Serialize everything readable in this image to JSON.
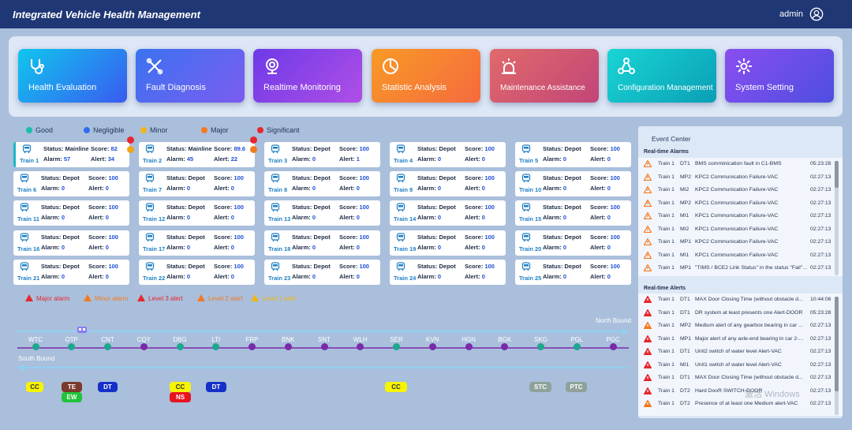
{
  "app": {
    "title": "Integrated Vehicle Health Management",
    "user": "admin"
  },
  "modules": [
    {
      "label": "Health Evaluation",
      "icon": "stethoscope-icon",
      "c1": "#0fc6ee",
      "c2": "#3a5bf1"
    },
    {
      "label": "Fault Diagnosis",
      "icon": "tools-icon",
      "c1": "#3a73f0",
      "c2": "#7c5cf0"
    },
    {
      "label": "Realtime Monitoring",
      "icon": "webcam-icon",
      "c1": "#6d3ae8",
      "c2": "#b04fe6"
    },
    {
      "label": "Statistic Analysis",
      "icon": "pie-chart-icon",
      "c1": "#f89a26",
      "c2": "#f56a3e"
    },
    {
      "label": "Maintenance Assistance",
      "icon": "beacon-icon",
      "c1": "#e06a6a",
      "c2": "#c24578"
    },
    {
      "label": "Configuration Management",
      "icon": "network-icon",
      "c1": "#19d5d5",
      "c2": "#0a9fb5"
    },
    {
      "label": "System Setting",
      "icon": "gear-icon",
      "c1": "#8a4ef0",
      "c2": "#4e4ee0"
    }
  ],
  "legend": [
    {
      "label": "Good",
      "color": "#18c1a8"
    },
    {
      "label": "Negligible",
      "color": "#2f6df0"
    },
    {
      "label": "Minor",
      "color": "#f2b416"
    },
    {
      "label": "Major",
      "color": "#f47a20"
    },
    {
      "label": "Significant",
      "color": "#e8262d"
    }
  ],
  "labels": {
    "status": "Status:",
    "score": "Score:",
    "alarm": "Alarm:",
    "alert": "Alert:"
  },
  "trains": [
    {
      "name": "Train 1",
      "status": "Mainline",
      "score": "82",
      "alarm": "57",
      "alert": "34"
    },
    {
      "name": "Train 2",
      "status": "Mainline",
      "score": "89.6",
      "alarm": "45",
      "alert": "22"
    },
    {
      "name": "Train 3",
      "status": "Depot",
      "score": "100",
      "alarm": "0",
      "alert": "1"
    },
    {
      "name": "Train 4",
      "status": "Depot",
      "score": "100",
      "alarm": "0",
      "alert": "0"
    },
    {
      "name": "Train 5",
      "status": "Depot",
      "score": "100",
      "alarm": "0",
      "alert": "0"
    },
    {
      "name": "Train 6",
      "status": "Depot",
      "score": "100",
      "alarm": "0",
      "alert": "0"
    },
    {
      "name": "Train 7",
      "status": "Depot",
      "score": "100",
      "alarm": "0",
      "alert": "0"
    },
    {
      "name": "Train 8",
      "status": "Depot",
      "score": "100",
      "alarm": "0",
      "alert": "0"
    },
    {
      "name": "Train 9",
      "status": "Depot",
      "score": "100",
      "alarm": "0",
      "alert": "0"
    },
    {
      "name": "Train 10",
      "status": "Depot",
      "score": "100",
      "alarm": "0",
      "alert": "0"
    },
    {
      "name": "Train 11",
      "status": "Depot",
      "score": "100",
      "alarm": "0",
      "alert": "0"
    },
    {
      "name": "Train 12",
      "status": "Depot",
      "score": "100",
      "alarm": "0",
      "alert": "0"
    },
    {
      "name": "Train 13",
      "status": "Depot",
      "score": "100",
      "alarm": "0",
      "alert": "0"
    },
    {
      "name": "Train 14",
      "status": "Depot",
      "score": "100",
      "alarm": "0",
      "alert": "0"
    },
    {
      "name": "Train 15",
      "status": "Depot",
      "score": "100",
      "alarm": "0",
      "alert": "0"
    },
    {
      "name": "Train 16",
      "status": "Depot",
      "score": "100",
      "alarm": "0",
      "alert": "0"
    },
    {
      "name": "Train 17",
      "status": "Depot",
      "score": "100",
      "alarm": "0",
      "alert": "0"
    },
    {
      "name": "Train 18",
      "status": "Depot",
      "score": "100",
      "alarm": "0",
      "alert": "0"
    },
    {
      "name": "Train 19",
      "status": "Depot",
      "score": "100",
      "alarm": "0",
      "alert": "0"
    },
    {
      "name": "Train 20",
      "status": "Depot",
      "score": "100",
      "alarm": "0",
      "alert": "0"
    },
    {
      "name": "Train 21",
      "status": "Depot",
      "score": "100",
      "alarm": "0",
      "alert": "0"
    },
    {
      "name": "Train 22",
      "status": "Depot",
      "score": "100",
      "alarm": "0",
      "alert": "0"
    },
    {
      "name": "Train 23",
      "status": "Depot",
      "score": "100",
      "alarm": "0",
      "alert": "0"
    },
    {
      "name": "Train 24",
      "status": "Depot",
      "score": "100",
      "alarm": "0",
      "alert": "0"
    },
    {
      "name": "Train 25",
      "status": "Depot",
      "score": "100",
      "alarm": "0",
      "alert": "0"
    }
  ],
  "alarm_legend": [
    {
      "label": "Major alarm",
      "color": "#e8262d"
    },
    {
      "label": "Minor alarm",
      "color": "#f47a20"
    },
    {
      "label": "Level 3 alert",
      "color": "#e8262d"
    },
    {
      "label": "Level 2 alert",
      "color": "#f47a20"
    },
    {
      "label": "Level 1 alert",
      "color": "#f2b416"
    }
  ],
  "line": {
    "north": "North Bound",
    "south": "South Bound",
    "stations": [
      "WTC",
      "OTP",
      "CNT",
      "CQY",
      "DBG",
      "LTI",
      "FRP",
      "BNK",
      "SNT",
      "WLH",
      "SER",
      "KVN",
      "HGN",
      "BGK",
      "SKG",
      "PGL",
      "PGC"
    ],
    "sync_stations": [
      "WTC",
      "OTP",
      "CNT",
      "DBG",
      "LTI",
      "SER",
      "SKG",
      "PGL"
    ]
  },
  "tags": [
    {
      "label": "CC",
      "bg": "#f7f400",
      "fg": "#333"
    },
    {
      "label": "TE",
      "bg": "#7a3a2c",
      "fg": "#fff"
    },
    {
      "label": "EW",
      "bg": "#22c33a",
      "fg": "#fff"
    },
    {
      "label": "DT",
      "bg": "#1530c8",
      "fg": "#fff"
    },
    {
      "label": "CC",
      "bg": "#f7f400",
      "fg": "#333"
    },
    {
      "label": "NS",
      "bg": "#e8141e",
      "fg": "#fff"
    },
    {
      "label": "DT",
      "bg": "#1530c8",
      "fg": "#fff"
    },
    {
      "label": "CC",
      "bg": "#f7f400",
      "fg": "#333"
    },
    {
      "label": "STC",
      "bg": "#8ea29a",
      "fg": "#fff"
    },
    {
      "label": "PTC",
      "bg": "#8ea29a",
      "fg": "#fff"
    }
  ],
  "events": {
    "title": "Event Center",
    "alarms_title": "Real-time Alarms",
    "alerts_title": "Real-time Alerts",
    "alarms": [
      {
        "train": "Train 1",
        "car": "DT1",
        "msg": "BMS comminication fault in C1-BMS",
        "time": "05:23:28"
      },
      {
        "train": "Train 1",
        "car": "MP2",
        "msg": "KPC2 Communication Failure-VAC",
        "time": "02:27:13"
      },
      {
        "train": "Train 1",
        "car": "MI2",
        "msg": "KPC2 Communication Failure-VAC",
        "time": "02:27:13"
      },
      {
        "train": "Train 1",
        "car": "MP2",
        "msg": "KPC1 Communication Failure-VAC",
        "time": "02:27:13"
      },
      {
        "train": "Train 1",
        "car": "MI1",
        "msg": "KPC1 Communication Failure-VAC",
        "time": "02:27:13"
      },
      {
        "train": "Train 1",
        "car": "MI2",
        "msg": "KPC1 Communication Failure-VAC",
        "time": "02:27:13"
      },
      {
        "train": "Train 1",
        "car": "MP1",
        "msg": "KPC2 Communication Failure-VAC",
        "time": "02:27:13"
      },
      {
        "train": "Train 1",
        "car": "MI1",
        "msg": "KPC1 Communication Failure-VAC",
        "time": "02:27:13"
      },
      {
        "train": "Train 1",
        "car": "MP1",
        "msg": "\"TIMS / BCE2 Link Status\" in the status \"Fail\"...",
        "time": "02:27:13"
      }
    ],
    "alerts": [
      {
        "train": "Train 1",
        "car": "DT1",
        "msg": "MAX Door Closing Time (without obstacle d...",
        "time": "10:44:06",
        "color": "#e8262d"
      },
      {
        "train": "Train 1",
        "car": "DT1",
        "msg": "DR system at least presents one Alert-DOOR",
        "time": "05:23:28",
        "color": "#e8262d"
      },
      {
        "train": "Train 1",
        "car": "MP2",
        "msg": "Medium alert of any gearbox bearing in car ...",
        "time": "02:27:13",
        "color": "#f47a20"
      },
      {
        "train": "Train 1",
        "car": "MP1",
        "msg": "Major alert of any axle-end bearing in car 2-...",
        "time": "02:27:13",
        "color": "#e8262d"
      },
      {
        "train": "Train 1",
        "car": "DT1",
        "msg": "Unit2 switch of water level Alert-VAC",
        "time": "02:27:13",
        "color": "#e8262d"
      },
      {
        "train": "Train 1",
        "car": "MI1",
        "msg": "Unit1 switch of water level Alert-VAC",
        "time": "02:27:13",
        "color": "#e8262d"
      },
      {
        "train": "Train 1",
        "car": "DT1",
        "msg": "MAX Door Closing Time (without obstacle d...",
        "time": "02:27:13",
        "color": "#e8262d"
      },
      {
        "train": "Train 1",
        "car": "DT2",
        "msg": "Hard DooR SWITCH-DOOR",
        "time": "02:27:13",
        "color": "#e8262d"
      },
      {
        "train": "Train 1",
        "car": "DT2",
        "msg": "Presence of at least one Medium alert-VAC",
        "time": "02:27:13",
        "color": "#f47a20"
      }
    ]
  },
  "watermark": "激活 Windows"
}
